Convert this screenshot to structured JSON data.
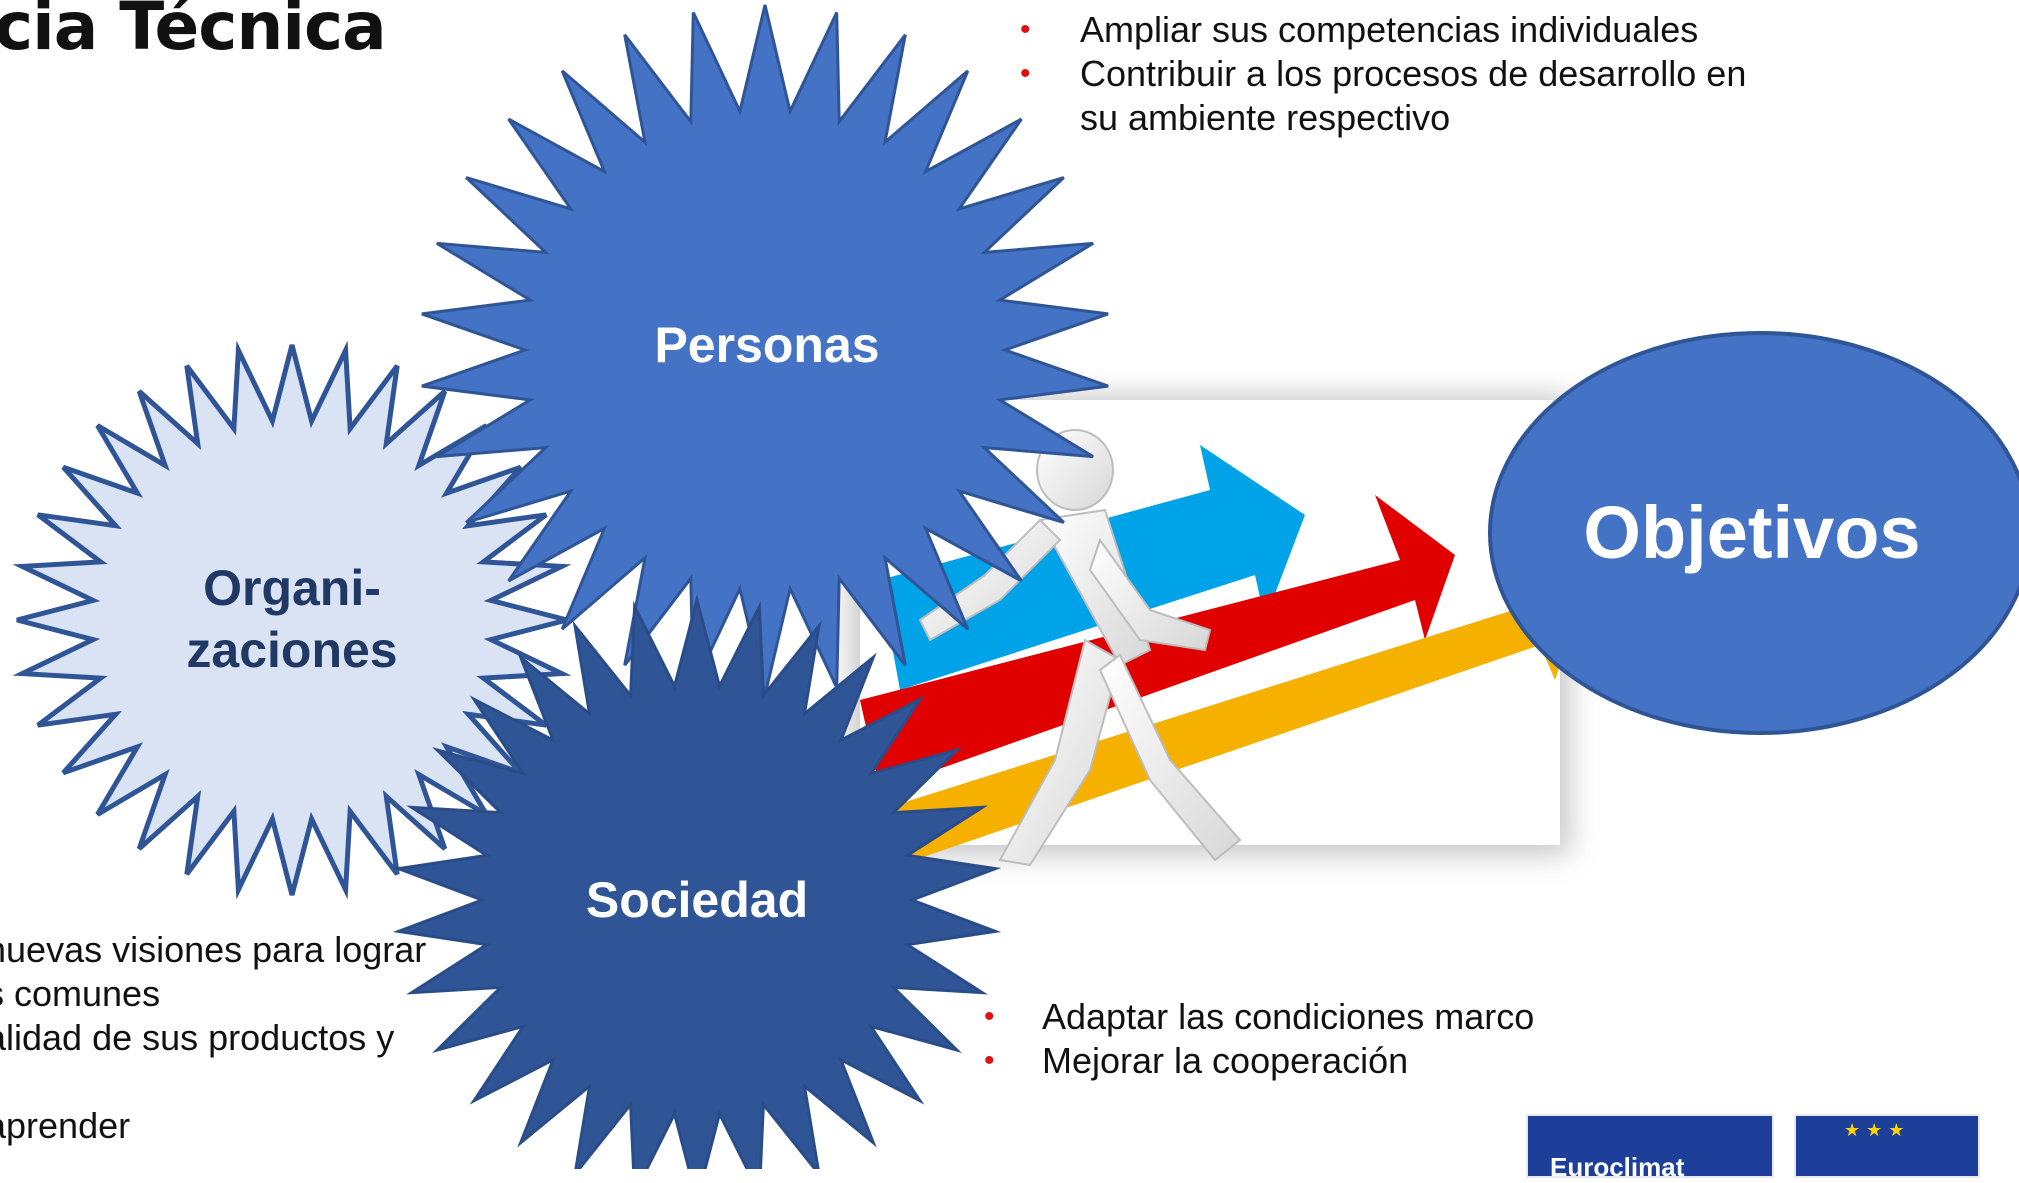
{
  "slide": {
    "title": "cia Técnica"
  },
  "shapes": {
    "personas": {
      "label": "Personas",
      "color": "#4472c4"
    },
    "organizaciones": {
      "label_line1": "Organi-",
      "label_line2": "zaciones",
      "color": "#dae3f3",
      "text_color": "#1f3864",
      "outline": "#2f5597"
    },
    "sociedad": {
      "label": "Sociedad",
      "color": "#2f5597"
    },
    "objetivos": {
      "label": "Objetivos",
      "color": "#4472c4"
    }
  },
  "arrows": {
    "blue": "#00a3e8",
    "red": "#e00000",
    "yellow": "#f5b000"
  },
  "bullets_personas": [
    "Ampliar sus competencias individuales",
    "Contribuir a los procesos de desarrollo en su ambiente respectivo"
  ],
  "bullets_personas_lines": [
    "Ampliar sus competencias individuales",
    "Contribuir a los procesos de desarrollo en",
    "su ambiente respectivo"
  ],
  "bullets_sociedad": [
    "Adaptar las condiciones marco",
    "Mejorar la cooperación"
  ],
  "bullets_organizaciones_lines": [
    "nuevas visiones para lograr",
    "s comunes",
    "alidad de sus productos y",
    "",
    "aprender"
  ],
  "logo": {
    "text": "Euroclimat"
  },
  "bullet_color": "#e01010"
}
